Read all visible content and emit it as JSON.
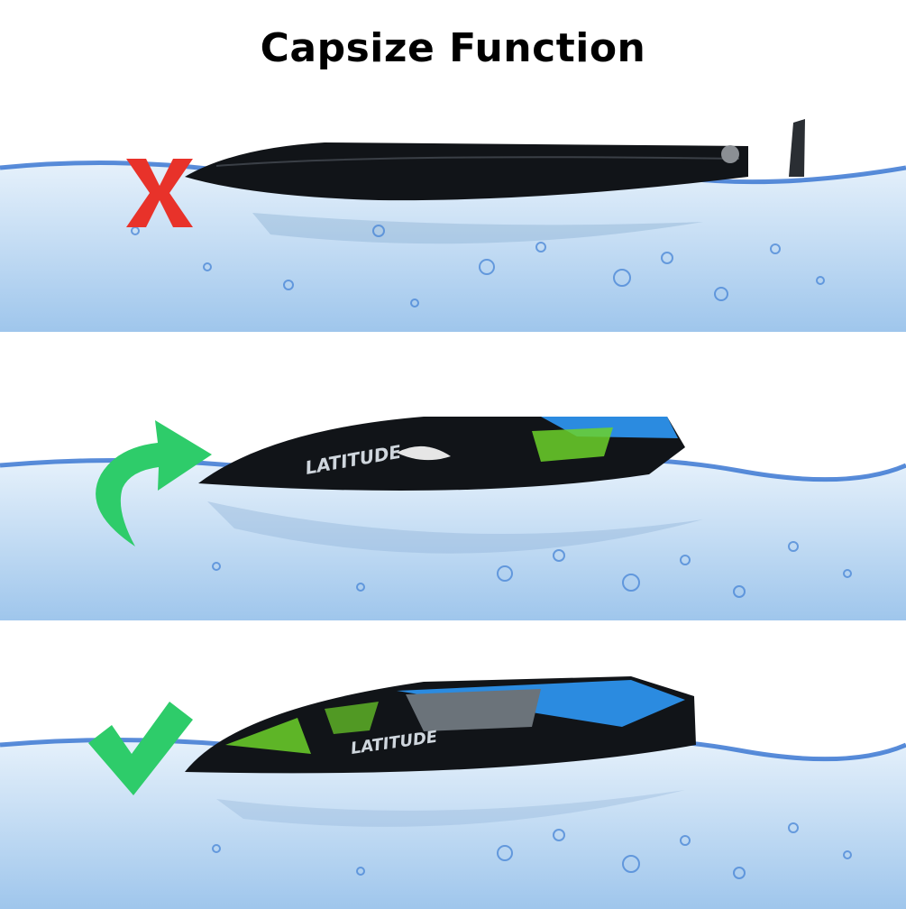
{
  "title": "Capsize Function",
  "colors": {
    "water_top": "#e6f1fb",
    "water_bottom": "#9fc6ec",
    "wave_line": "#2f6fd0",
    "hull_black": "#111418",
    "hull_blue": "#2b8be0",
    "accent_green": "#6cd12a",
    "cross_red": "#e8322a",
    "arrow_green": "#2ecc6a",
    "check_green": "#2ecc6a"
  },
  "panels": [
    {
      "state": "capsized",
      "indicator_icon": "cross-icon"
    },
    {
      "state": "righting",
      "indicator_icon": "curved-arrow-icon",
      "hull_text": "LATITUDE"
    },
    {
      "state": "upright",
      "indicator_icon": "check-icon",
      "hull_text": "LATITUDE"
    }
  ]
}
